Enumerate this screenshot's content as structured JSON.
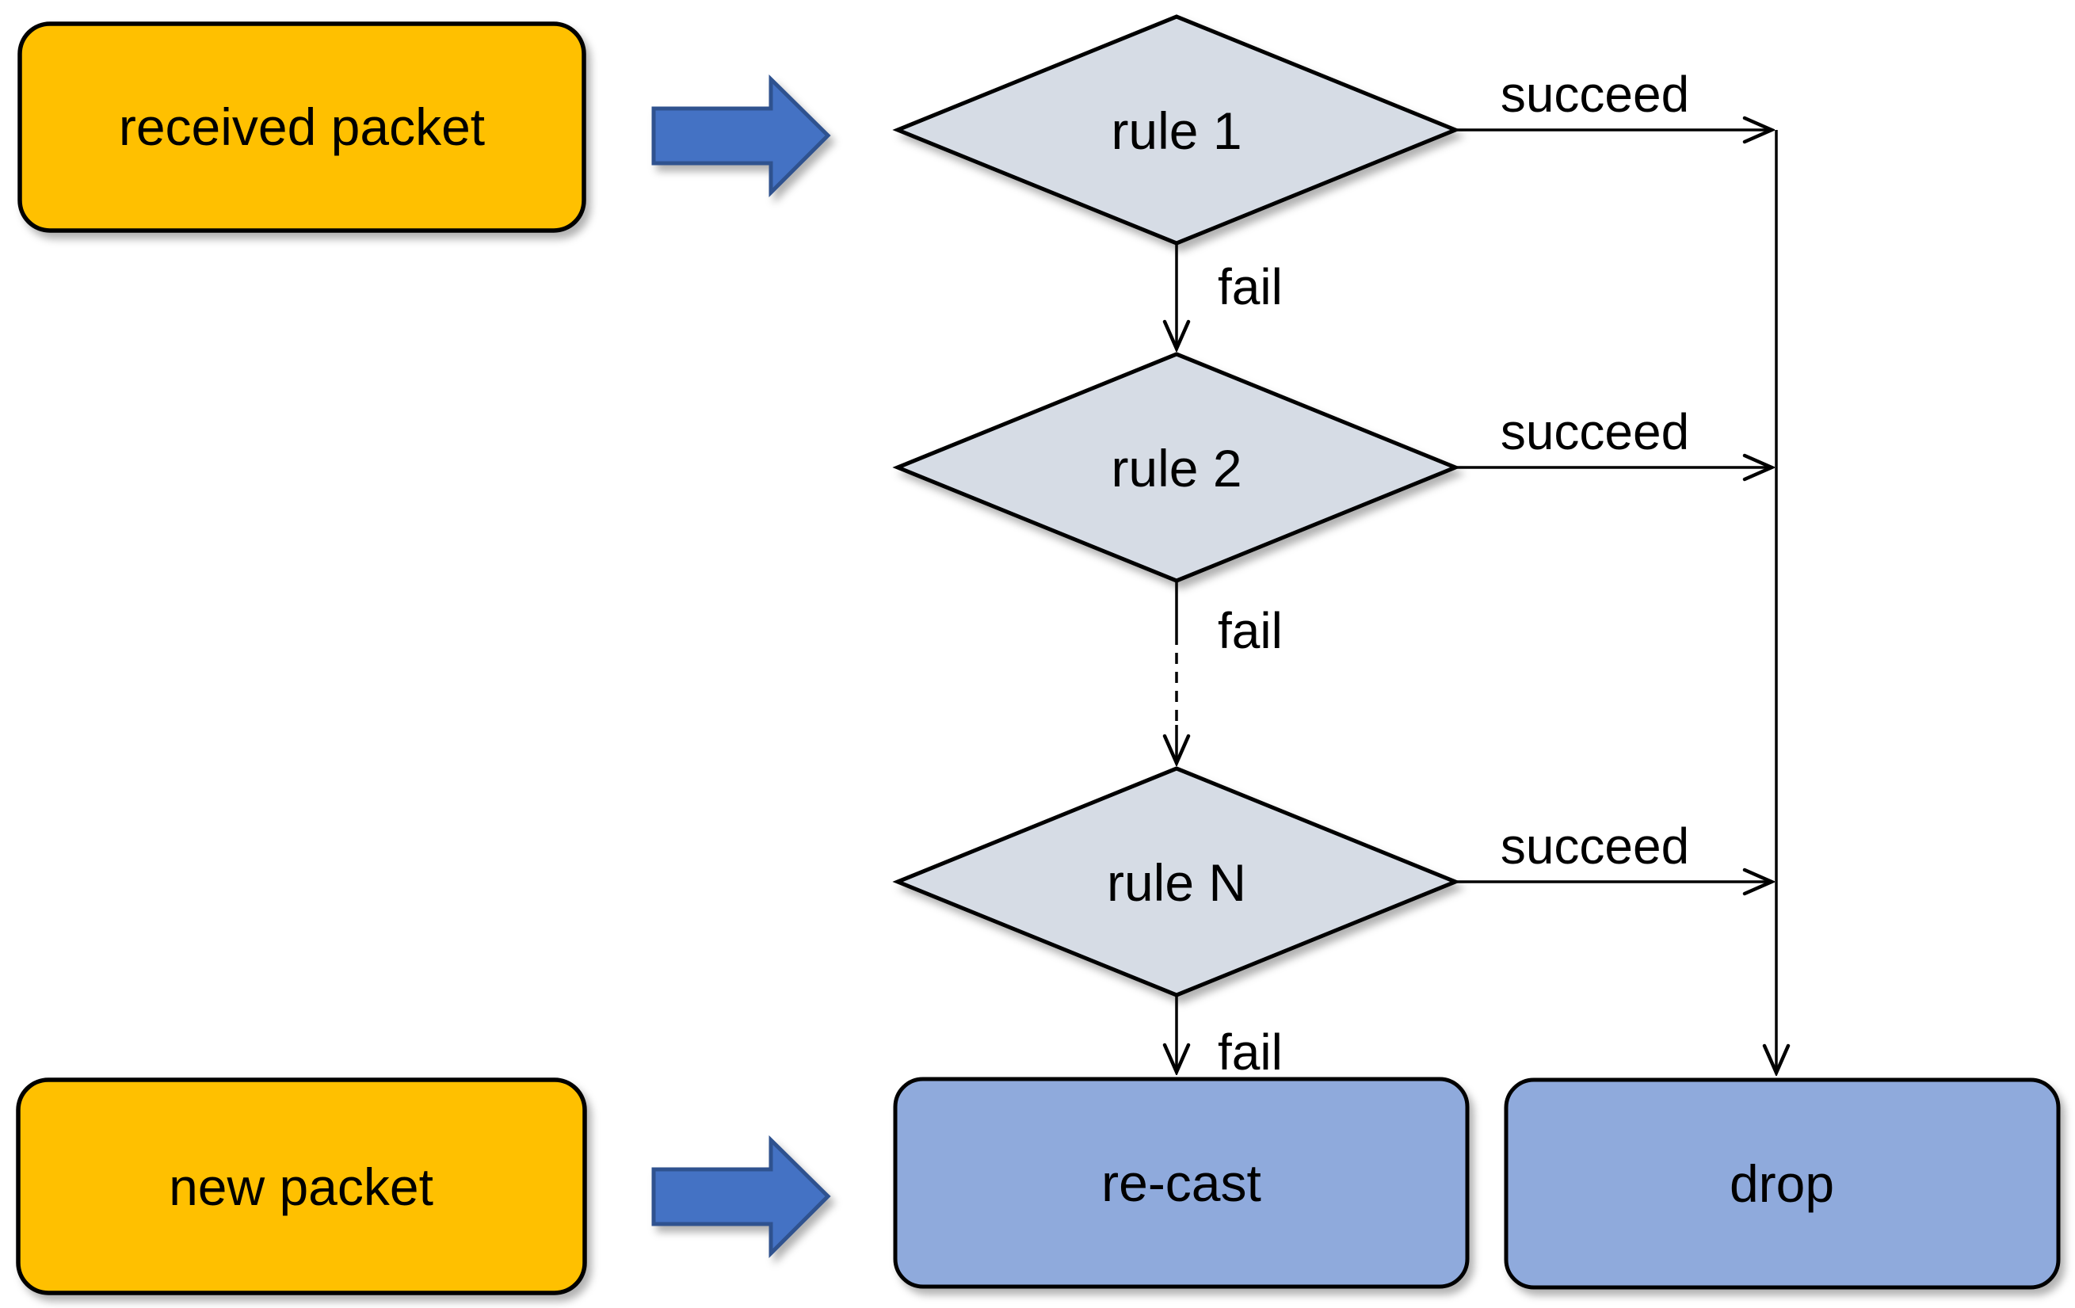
{
  "figure": {
    "background": "#FFFFFF",
    "nodes": {
      "received_packet": {
        "label": "received packet",
        "type": "input"
      },
      "new_packet": {
        "label": "new packet",
        "type": "input"
      },
      "rule1": {
        "label": "rule 1",
        "type": "decision"
      },
      "rule2": {
        "label": "rule 2",
        "type": "decision"
      },
      "ruleN": {
        "label": "rule N",
        "type": "decision"
      },
      "recast": {
        "label": "re-cast",
        "type": "terminal"
      },
      "drop": {
        "label": "drop",
        "type": "terminal"
      }
    },
    "edges": {
      "rule1_succeed": {
        "label": "succeed",
        "from": "rule1",
        "to": "drop"
      },
      "rule2_succeed": {
        "label": "succeed",
        "from": "rule2",
        "to": "drop"
      },
      "ruleN_succeed": {
        "label": "succeed",
        "from": "ruleN",
        "to": "drop"
      },
      "rule1_fail": {
        "label": "fail",
        "from": "rule1",
        "to": "rule2"
      },
      "rule2_fail": {
        "label": "fail",
        "from": "rule2",
        "to": "ruleN"
      },
      "ruleN_fail": {
        "label": "fail",
        "from": "ruleN",
        "to": "recast"
      }
    },
    "colors": {
      "input_fill": "#FFC000",
      "decision_fill": "#D6DCE5",
      "terminal_fill": "#8FAADC",
      "block_arrow_fill": "#4472C4",
      "block_arrow_stroke": "#2F528F",
      "line": "#000000"
    }
  }
}
